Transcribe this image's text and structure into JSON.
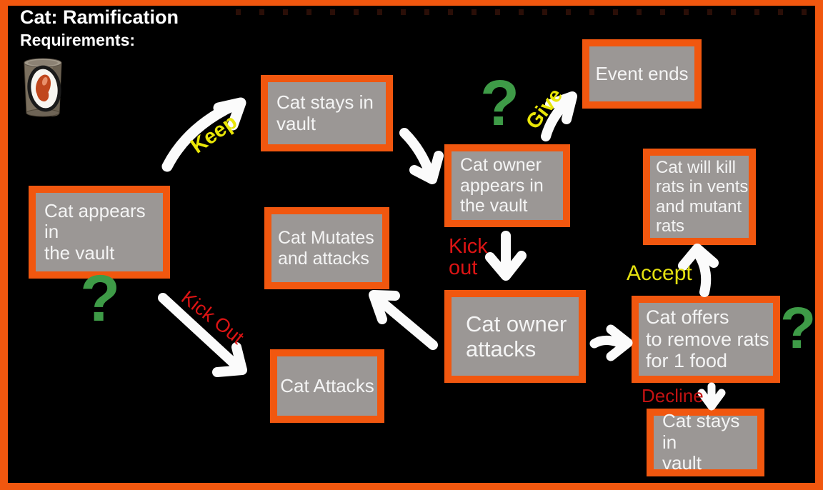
{
  "header": {
    "title": "Cat: Ramification",
    "subtitle": "Requirements:"
  },
  "icons": {
    "food_can": "canned-food-icon",
    "question_mark": "?"
  },
  "colors": {
    "page_border": "#F1570F",
    "node_frame": "#F1570F",
    "node_fill": "#9B9795",
    "node_text": "#F4F4F4",
    "arrow": "#FBFBFB",
    "label_yellow": "#E9E607",
    "label_red": "#DC1414",
    "label_red_dark": "#C21212",
    "question_mark_green": "#3E9B47",
    "background": "#000000"
  },
  "nodes": [
    {
      "id": "cat-appears",
      "label": "Cat appears in\nthe vault"
    },
    {
      "id": "cat-stays-top",
      "label": "Cat stays in\nvault"
    },
    {
      "id": "event-ends",
      "label": "Event ends"
    },
    {
      "id": "cat-owner-appears",
      "label": "Cat owner\nappears in\nthe vault"
    },
    {
      "id": "cat-mutates",
      "label": "Cat Mutates\nand attacks"
    },
    {
      "id": "cat-will-kill",
      "label": "Cat will kill\nrats in vents\nand mutant\nrats"
    },
    {
      "id": "cat-attacks",
      "label": "Cat Attacks"
    },
    {
      "id": "cat-owner-attacks",
      "label": "Cat owner\nattacks"
    },
    {
      "id": "cat-offers",
      "label": "Cat offers\nto remove rats\nfor 1 food"
    },
    {
      "id": "cat-stays-bottom",
      "label": "Cat stays in\nvault"
    }
  ],
  "edge_labels": [
    {
      "id": "keep",
      "text": "Keep"
    },
    {
      "id": "give",
      "text": "Give"
    },
    {
      "id": "kick-out-owner",
      "text": "Kick\nout"
    },
    {
      "id": "kick-out-cat",
      "text": "Kick Out"
    },
    {
      "id": "accept",
      "text": "Accept"
    },
    {
      "id": "decline",
      "text": "Decline"
    }
  ]
}
